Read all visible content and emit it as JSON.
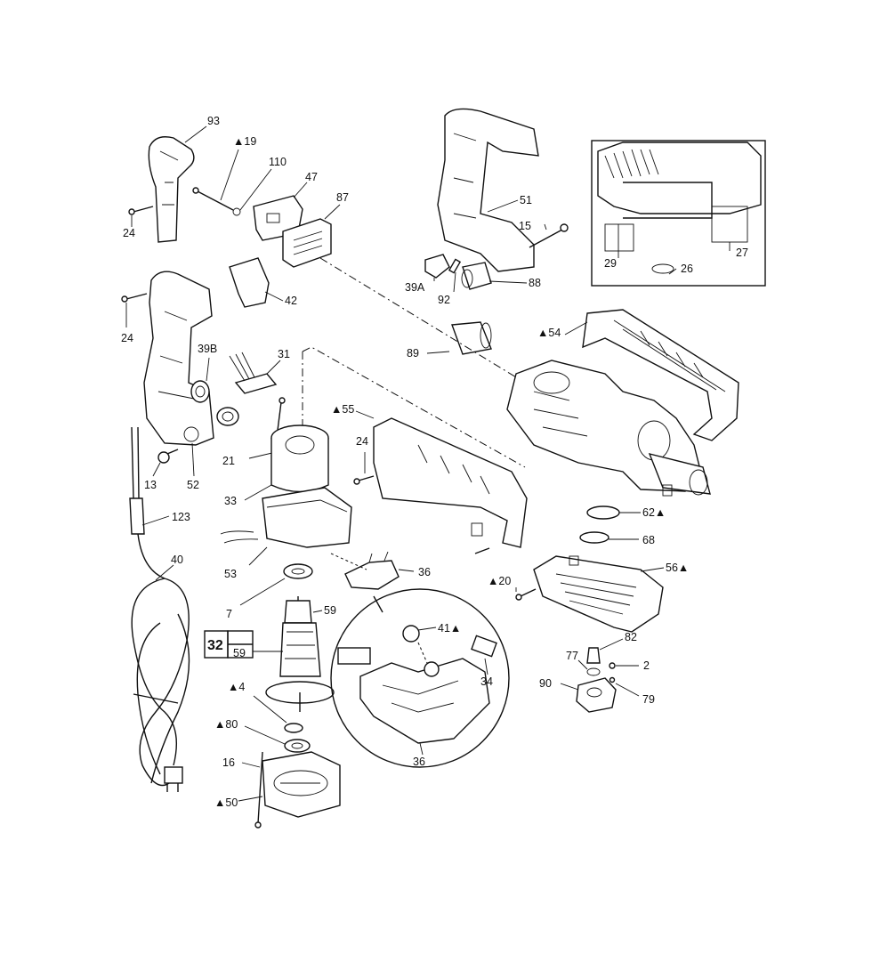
{
  "labels": {
    "p93": "93",
    "p19": "▲19",
    "p110": "110",
    "p47": "47",
    "p87": "87",
    "p24a": "24",
    "p51": "51",
    "p15": "15",
    "p39a": "39A",
    "p92": "92",
    "p88": "88",
    "p29": "29",
    "p26": "26",
    "p27": "27",
    "p24b": "24",
    "p42": "42",
    "p39b": "39B",
    "p31": "31",
    "p89": "89",
    "p54": "▲54",
    "p55": "▲55",
    "p24c": "24",
    "p21": "21",
    "p13": "13",
    "p52": "52",
    "p33": "33",
    "p123": "123",
    "p62": "62▲",
    "p68": "68",
    "p40": "40",
    "p53": "53",
    "p36a": "36",
    "p56": "56▲",
    "p20": "▲20",
    "p7": "7",
    "p59": "59",
    "p41": "41▲",
    "p32box": "32",
    "p59box": "59",
    "p82": "82",
    "p77": "77",
    "p2": "2",
    "p34": "34",
    "p90": "90",
    "p79": "79",
    "p4": "▲4",
    "p80": "▲80",
    "p16": "16",
    "p36b": "36",
    "p50": "▲50"
  }
}
